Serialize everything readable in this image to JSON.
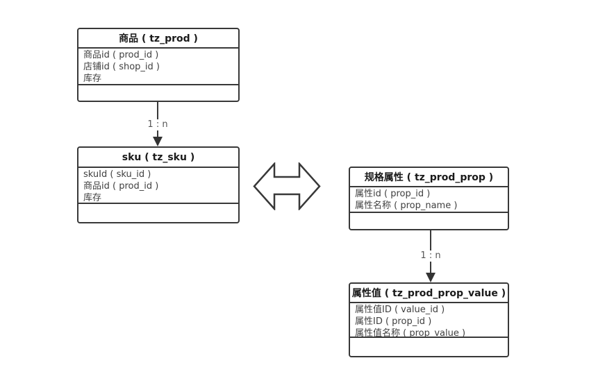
{
  "diagram": {
    "type": "entity-relationship",
    "tables": [
      {
        "title": "商品 ( tz_prod )",
        "fields": [
          "商品id ( prod_id )",
          "店铺id ( shop_id )",
          "库存"
        ]
      },
      {
        "title": "sku ( tz_sku )",
        "fields": [
          "skuId ( sku_id )",
          "商品id ( prod_id )",
          "库存"
        ]
      },
      {
        "title": "规格属性 ( tz_prod_prop )",
        "fields": [
          "属性id ( prop_id )",
          "属性名称 ( prop_name )"
        ]
      },
      {
        "title": "属性值 ( tz_prod_prop_value )",
        "fields": [
          "属性值ID ( value_id )",
          "属性ID ( prop_id )",
          "属性值名称 ( prop_value )"
        ]
      }
    ],
    "connectors": [
      {
        "from": "商品 ( tz_prod )",
        "to": "sku ( tz_sku )",
        "label": "1 : n",
        "style": "solid-arrow-down"
      },
      {
        "from": "规格属性 ( tz_prod_prop )",
        "to": "属性值 ( tz_prod_prop_value )",
        "label": "1 : n",
        "style": "solid-arrow-down"
      },
      {
        "between": [
          "sku ( tz_sku )",
          "规格属性 ( tz_prod_prop )"
        ],
        "style": "hollow-double-arrow"
      }
    ],
    "colors": {
      "stroke": "#383838",
      "title_text": "#1a1a1a",
      "field_text": "#404040",
      "label_text": "#555555",
      "background": "#ffffff"
    }
  }
}
